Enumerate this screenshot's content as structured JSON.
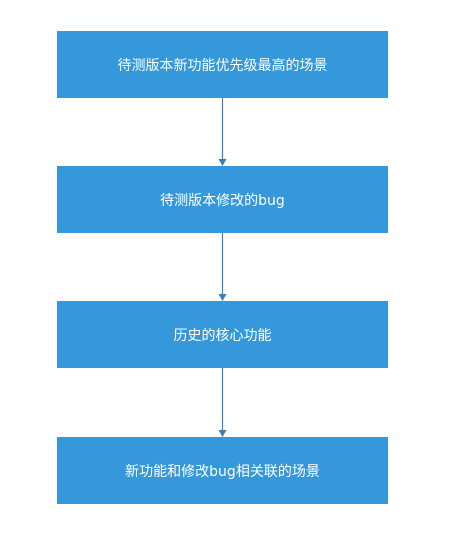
{
  "flowchart": {
    "steps": [
      {
        "label": "待测版本新功能优先级最高的场景"
      },
      {
        "label": "待测版本修改的bug"
      },
      {
        "label": "历史的核心功能"
      },
      {
        "label": "新功能和修改bug相关联的场景"
      }
    ]
  },
  "colors": {
    "box_fill": "#3498db",
    "box_text": "#ffffff",
    "connector": "#3a7fb5"
  }
}
